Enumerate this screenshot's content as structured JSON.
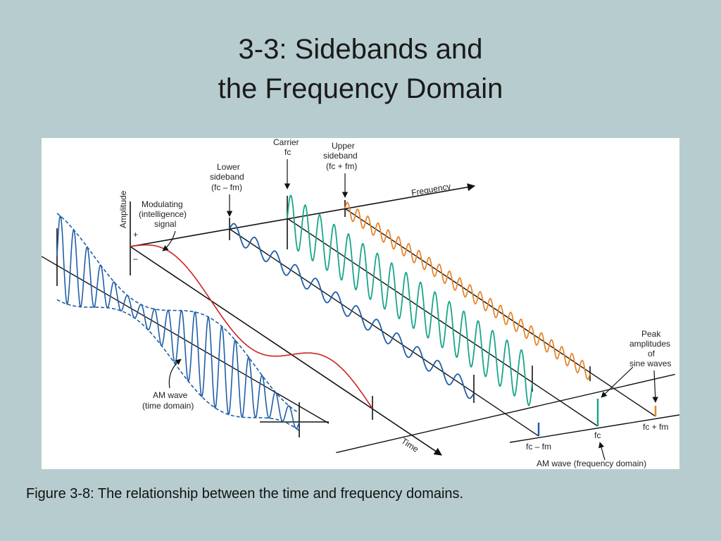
{
  "slide": {
    "title_line1": "3-3: Sidebands and",
    "title_line2": "the Frequency Domain",
    "caption": "Figure 3-8: The relationship between the time and frequency domains."
  },
  "diagram": {
    "axis_amplitude": "Amplitude",
    "axis_frequency": "Frequency",
    "axis_time": "Time",
    "plus": "+",
    "minus": "–",
    "modulating_1": "Modulating",
    "modulating_2": "(intelligence)",
    "modulating_3": "signal",
    "lower_1": "Lower",
    "lower_2": "sideband",
    "lower_3": "(fc – fm)",
    "carrier_1": "Carrier",
    "carrier_2": "fc",
    "upper_1": "Upper",
    "upper_2": "sideband",
    "upper_3": "(fc + fm)",
    "peak_1": "Peak",
    "peak_2": "amplitudes",
    "peak_3": "of",
    "peak_4": "sine waves",
    "am_time_1": "AM wave",
    "am_time_2": "(time domain)",
    "freq_lower": "fc – fm",
    "freq_carrier": "fc",
    "freq_upper": "fc + fm",
    "am_freq": "AM wave (frequency domain)",
    "colors": {
      "modulating": "#cc2222",
      "lower_sideband": "#1f5fa8",
      "carrier": "#1aa58a",
      "upper_sideband": "#e8862a",
      "am_wave": "#1f5fa8"
    }
  }
}
